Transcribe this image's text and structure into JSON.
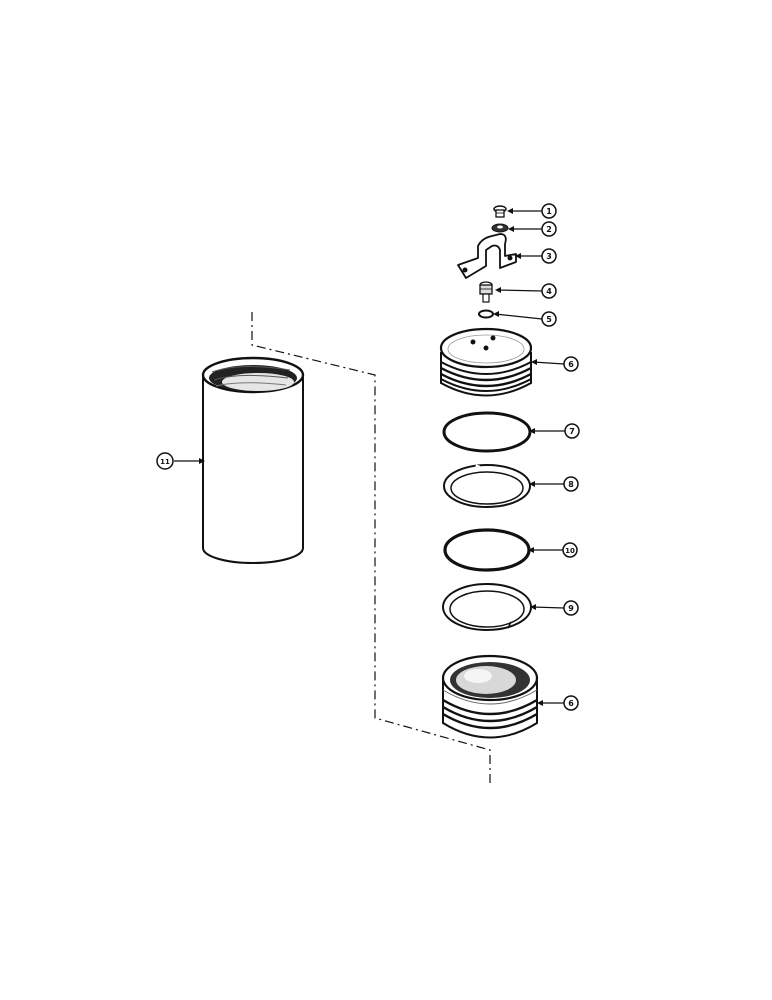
{
  "diagram": {
    "callouts": [
      {
        "id": "c1",
        "label": "1"
      },
      {
        "id": "c2",
        "label": "2"
      },
      {
        "id": "c3",
        "label": "3"
      },
      {
        "id": "c4",
        "label": "4"
      },
      {
        "id": "c5",
        "label": "5"
      },
      {
        "id": "c6a",
        "label": "6"
      },
      {
        "id": "c7",
        "label": "7"
      },
      {
        "id": "c8",
        "label": "8"
      },
      {
        "id": "c10",
        "label": "10"
      },
      {
        "id": "c9",
        "label": "9"
      },
      {
        "id": "c6b",
        "label": "6"
      },
      {
        "id": "c11",
        "label": "11"
      }
    ]
  }
}
